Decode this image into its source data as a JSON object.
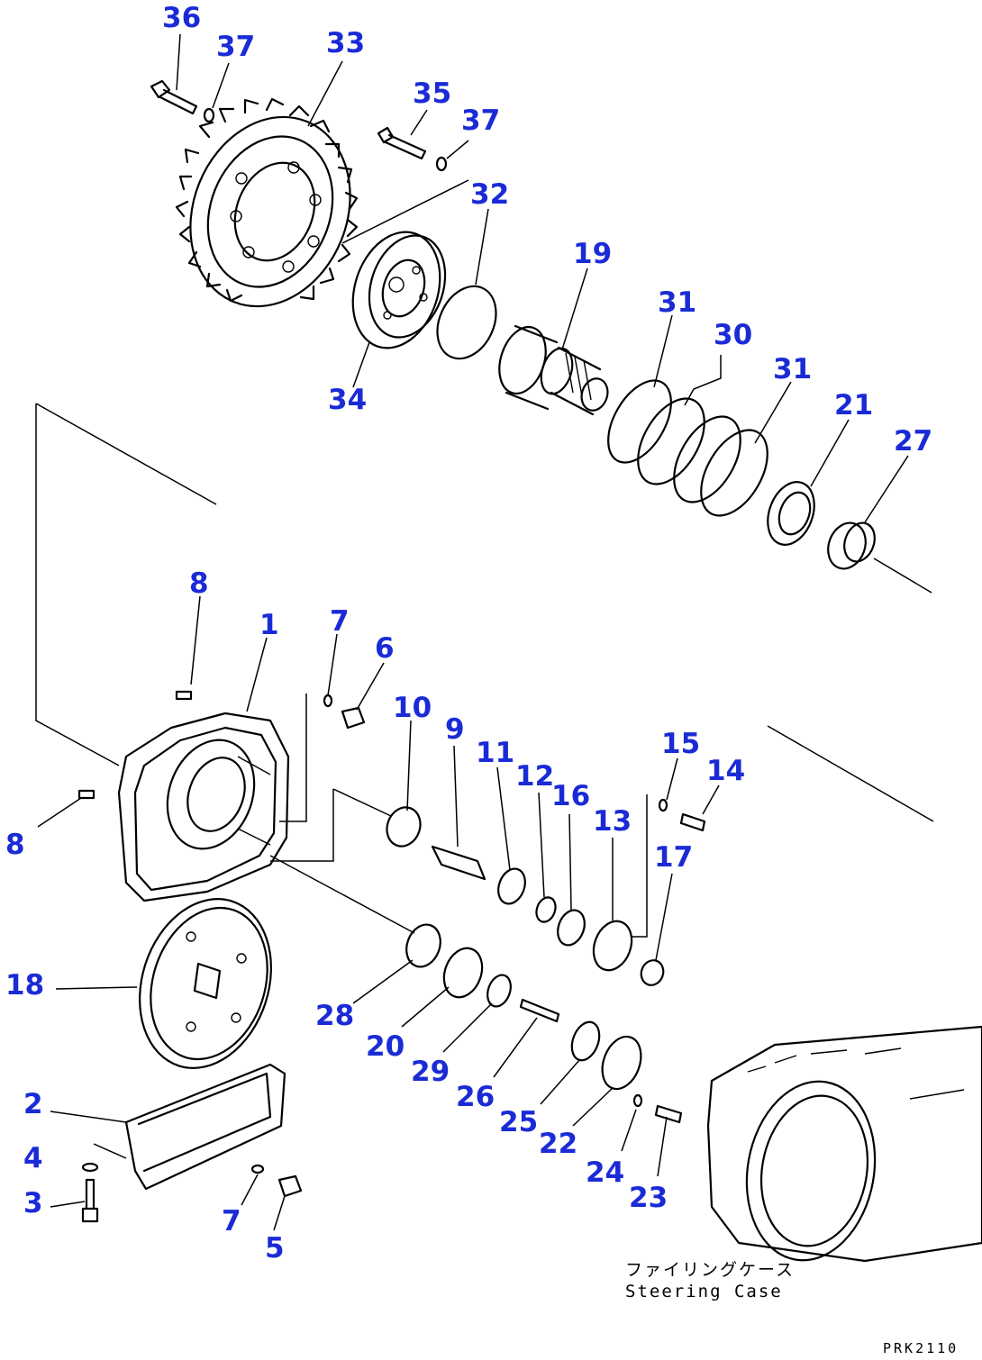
{
  "callouts": [
    "36",
    "37",
    "33",
    "35",
    "37",
    "32",
    "19",
    "31",
    "30",
    "31",
    "21",
    "27",
    "34",
    "8",
    "1",
    "7",
    "6",
    "10",
    "9",
    "11",
    "12",
    "16",
    "13",
    "15",
    "14",
    "17",
    "8",
    "18",
    "28",
    "20",
    "29",
    "26",
    "25",
    "22",
    "24",
    "23",
    "2",
    "4",
    "3",
    "7",
    "5"
  ],
  "caption": {
    "line1": "ファイリングケース",
    "line2": "Steering Case"
  },
  "drawing_code": "PRK2110"
}
